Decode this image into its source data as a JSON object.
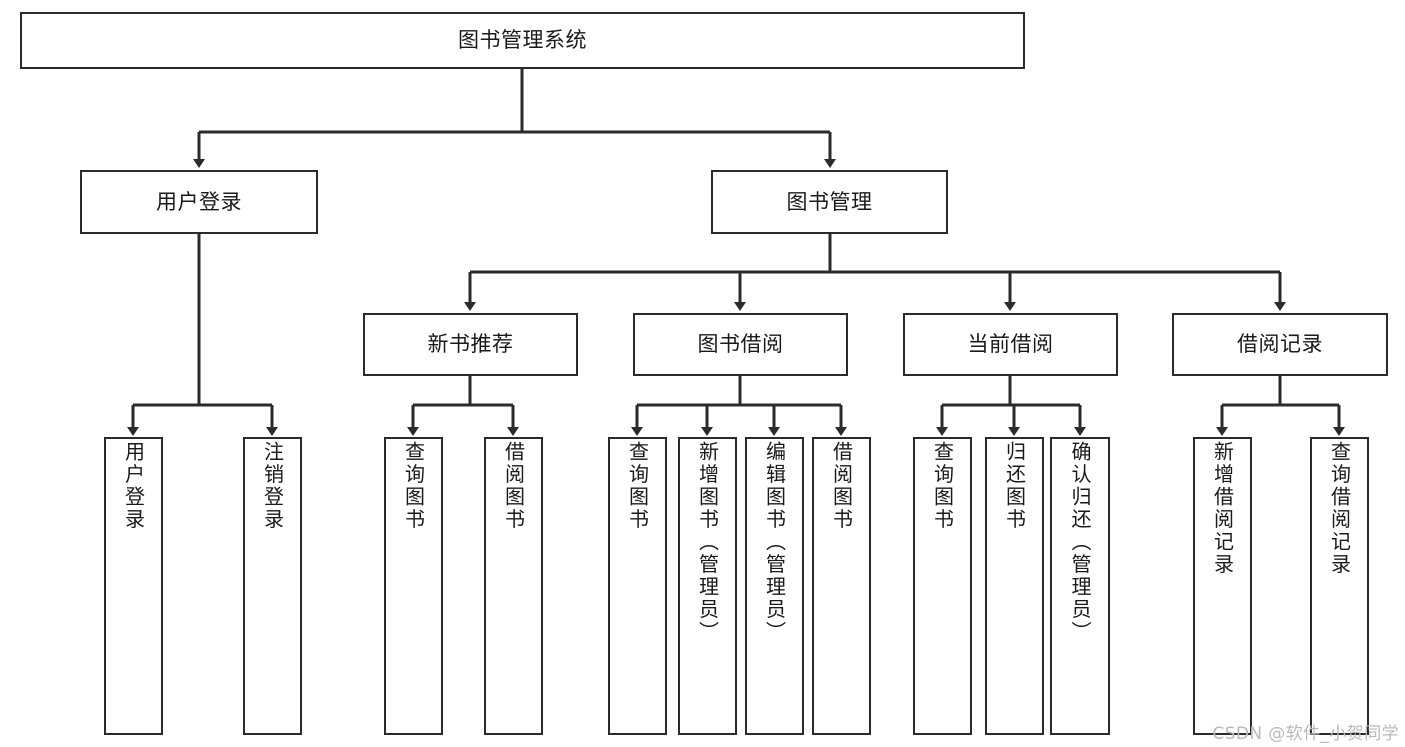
{
  "diagram": {
    "title": "图书管理系统",
    "type": "hierarchy-tree",
    "edge_color": "#2b2b2b",
    "box_border_color": "#2b2b2b",
    "box_fill_color": "#ffffff",
    "text_color": "#1a1a1a",
    "root": {
      "label": "图书管理系统"
    },
    "level2": [
      {
        "label": "用户登录"
      },
      {
        "label": "图书管理"
      }
    ],
    "level3": [
      {
        "label": "新书推荐"
      },
      {
        "label": "图书借阅"
      },
      {
        "label": "当前借阅"
      },
      {
        "label": "借阅记录"
      }
    ],
    "leaves": {
      "user_login": [
        {
          "label": "用户登录"
        },
        {
          "label": "注销登录"
        }
      ],
      "new_book_rec": [
        {
          "label": "查询图书"
        },
        {
          "label": "借阅图书"
        }
      ],
      "book_borrow": [
        {
          "label": "查询图书"
        },
        {
          "label": "新增图书（管理员）"
        },
        {
          "label": "编辑图书（管理员）"
        },
        {
          "label": "借阅图书"
        }
      ],
      "current_borrow": [
        {
          "label": "查询图书"
        },
        {
          "label": "归还图书"
        },
        {
          "label": "确认归还（管理员）"
        }
      ],
      "borrow_record": [
        {
          "label": "新增借阅记录"
        },
        {
          "label": "查询借阅记录"
        }
      ]
    }
  },
  "watermark": {
    "text": "CSDN @软件_小贺同学"
  }
}
